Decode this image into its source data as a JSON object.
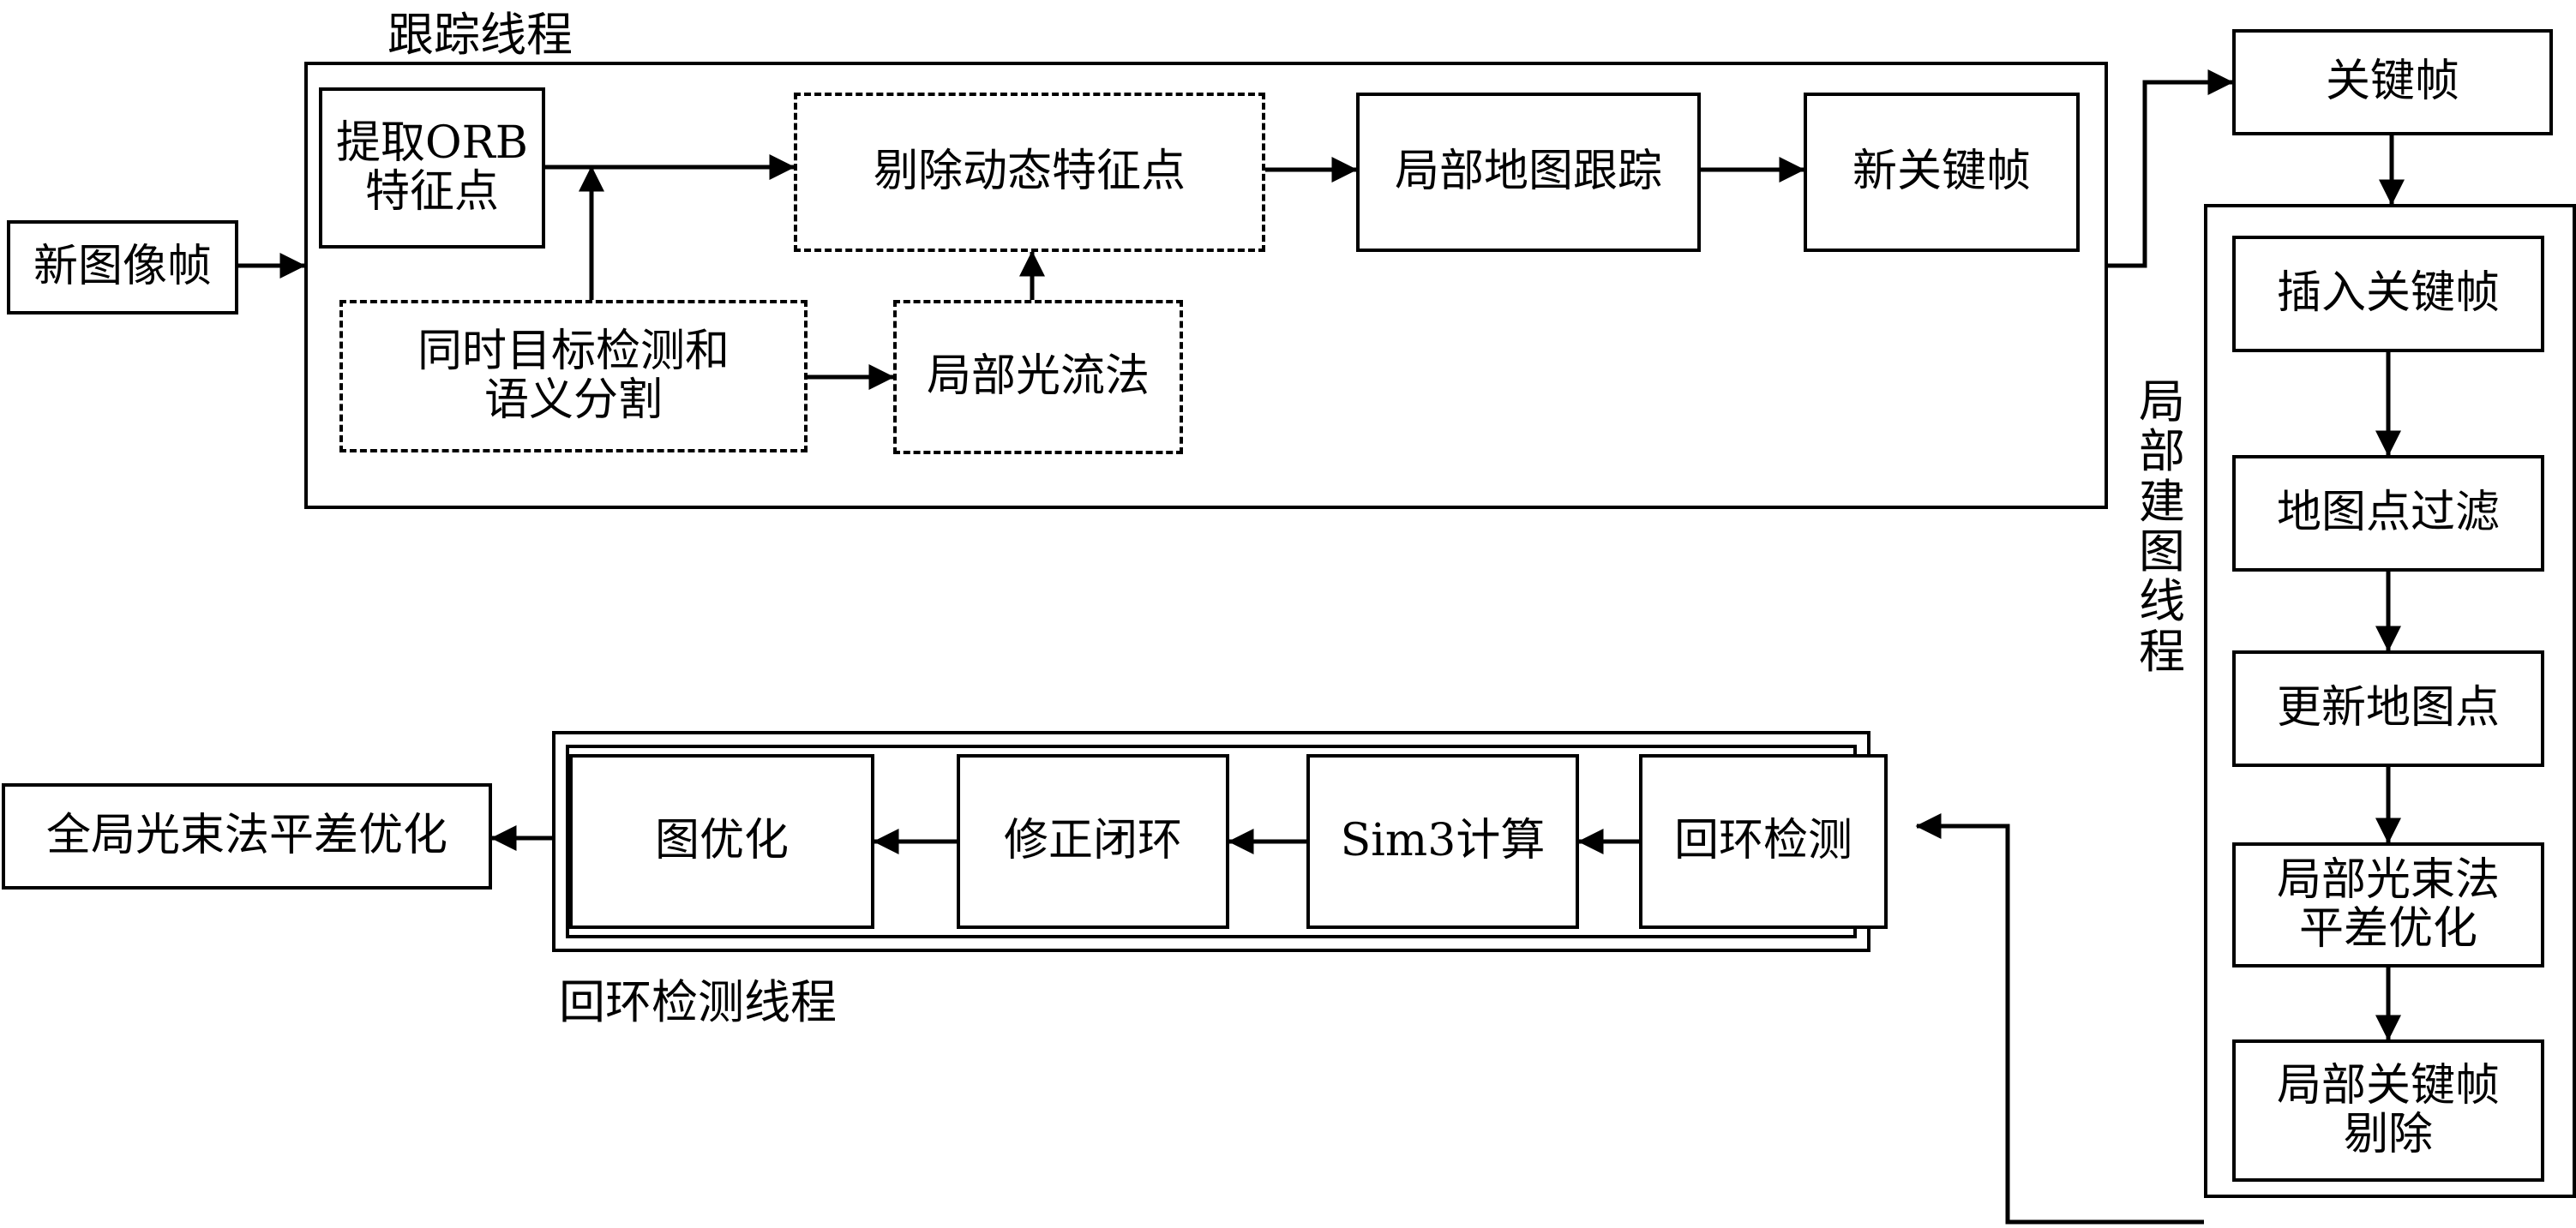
{
  "tracking_thread": {
    "label": "跟踪线程",
    "new_frame": "新图像帧",
    "extract_orb_line1": "提取ORB",
    "extract_orb_line2": "特征点",
    "remove_dynamic": "剔除动态特征点",
    "local_map_tracking": "局部地图跟踪",
    "new_keyframe": "新关键帧",
    "detect_segment_line1": "同时目标检测和",
    "detect_segment_line2": "语义分割",
    "local_optical_flow": "局部光流法"
  },
  "keyframe_out": "关键帧",
  "local_mapping_thread": {
    "label": "局部建图线程",
    "insert_keyframe": "插入关键帧",
    "map_point_filter": "地图点过滤",
    "update_map_points": "更新地图点",
    "local_ba_line1": "局部光束法",
    "local_ba_line2": "平差优化",
    "keyframe_cull_line1": "局部关键帧",
    "keyframe_cull_line2": "剔除"
  },
  "loop_thread": {
    "label": "回环检测线程",
    "loop_detection": "回环检测",
    "sim3": "Sim3计算",
    "correct_loop": "修正闭环",
    "graph_opt": "图优化"
  },
  "global_ba": "全局光束法平差优化"
}
